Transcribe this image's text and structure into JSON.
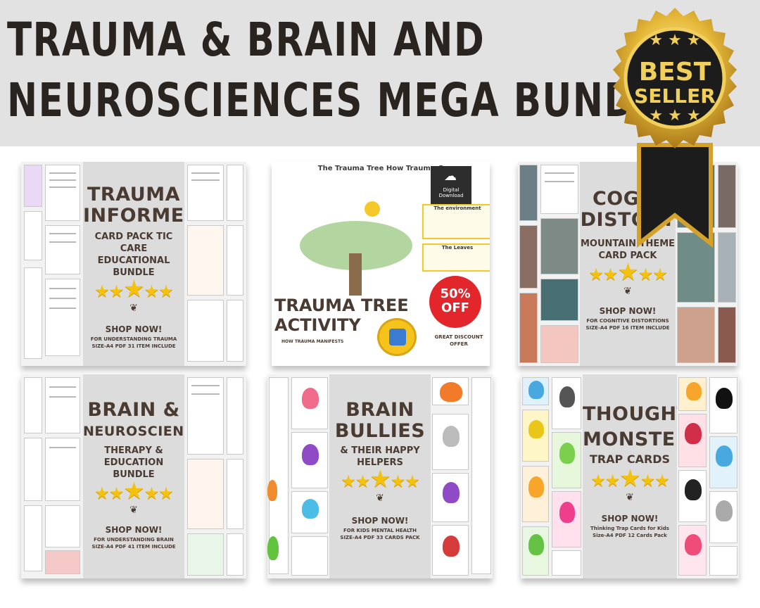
{
  "header": {
    "title_line1": "TRAUMA & BRAIN AND",
    "title_line2": "NEUROSCIENCES MEGA BUNDLE"
  },
  "badge": {
    "line1": "BEST",
    "line2": "SELLER"
  },
  "cards": [
    {
      "title": [
        "TRAUMA",
        "INFORMED"
      ],
      "subtitle": [
        "CARD PACK TIC CARE",
        "EDUCATIONAL",
        "BUNDLE"
      ],
      "shop": "SHOP NOW!",
      "small": [
        "FOR UNDERSTANDING TRAUMA",
        "SIZE-A4 PDF 31 ITEM INCLUDE"
      ]
    },
    {
      "top_text": "The Trauma Tree How Trauma G",
      "download": [
        "Digital",
        "Download"
      ],
      "env_title": "The environment",
      "leaves_title": "The Leaves",
      "title": [
        "TRAUMA TREE",
        "ACTIVITY"
      ],
      "sub": "HOW TRAUMA MANIFESTS",
      "off": [
        "50%",
        "OFF"
      ],
      "discount": [
        "GREAT DISCOUNT",
        "OFFER"
      ]
    },
    {
      "title": [
        "COGNI",
        "DISTORT"
      ],
      "subtitle": [
        "MOUNTAIN THEME",
        "CARD PACK"
      ],
      "shop": "SHOP NOW!",
      "small": [
        "FOR COGNITIVE DISTORTIONS",
        "SIZE-A4 PDF 16 ITEM INCLUDE"
      ]
    },
    {
      "title": [
        "BRAIN &",
        "NEUROSCIENCE"
      ],
      "subtitle": [
        "THERAPY &",
        "EDUCATION",
        "BUNDLE"
      ],
      "shop": "SHOP NOW!",
      "small": [
        "FOR UNDERSTANDING BRAIN",
        "SIZE-A4 PDF 41 ITEM INCLUDE"
      ]
    },
    {
      "title": [
        "BRAIN",
        "BULLIES"
      ],
      "subtitle": [
        "& THEIR HAPPY",
        "HELPERS"
      ],
      "shop": "SHOP NOW!",
      "small": [
        "FOR KIDS MENTAL HEALTH",
        "SIZE-A4 PDF 33 CARDS PACK"
      ]
    },
    {
      "title": [
        "THOUGHT",
        "MONSTER"
      ],
      "subtitle": [
        "TRAP CARDS"
      ],
      "shop": "SHOP NOW!",
      "small": [
        "Thinking Trap Cards for Kids",
        "Size-A4 PDF 12 Cards Pack"
      ]
    }
  ],
  "colors": {
    "title": "#2a2421",
    "brown": "#4a3b32",
    "star": "#f4c20d",
    "red": "#e3262b",
    "gold": "#d4a22a"
  }
}
